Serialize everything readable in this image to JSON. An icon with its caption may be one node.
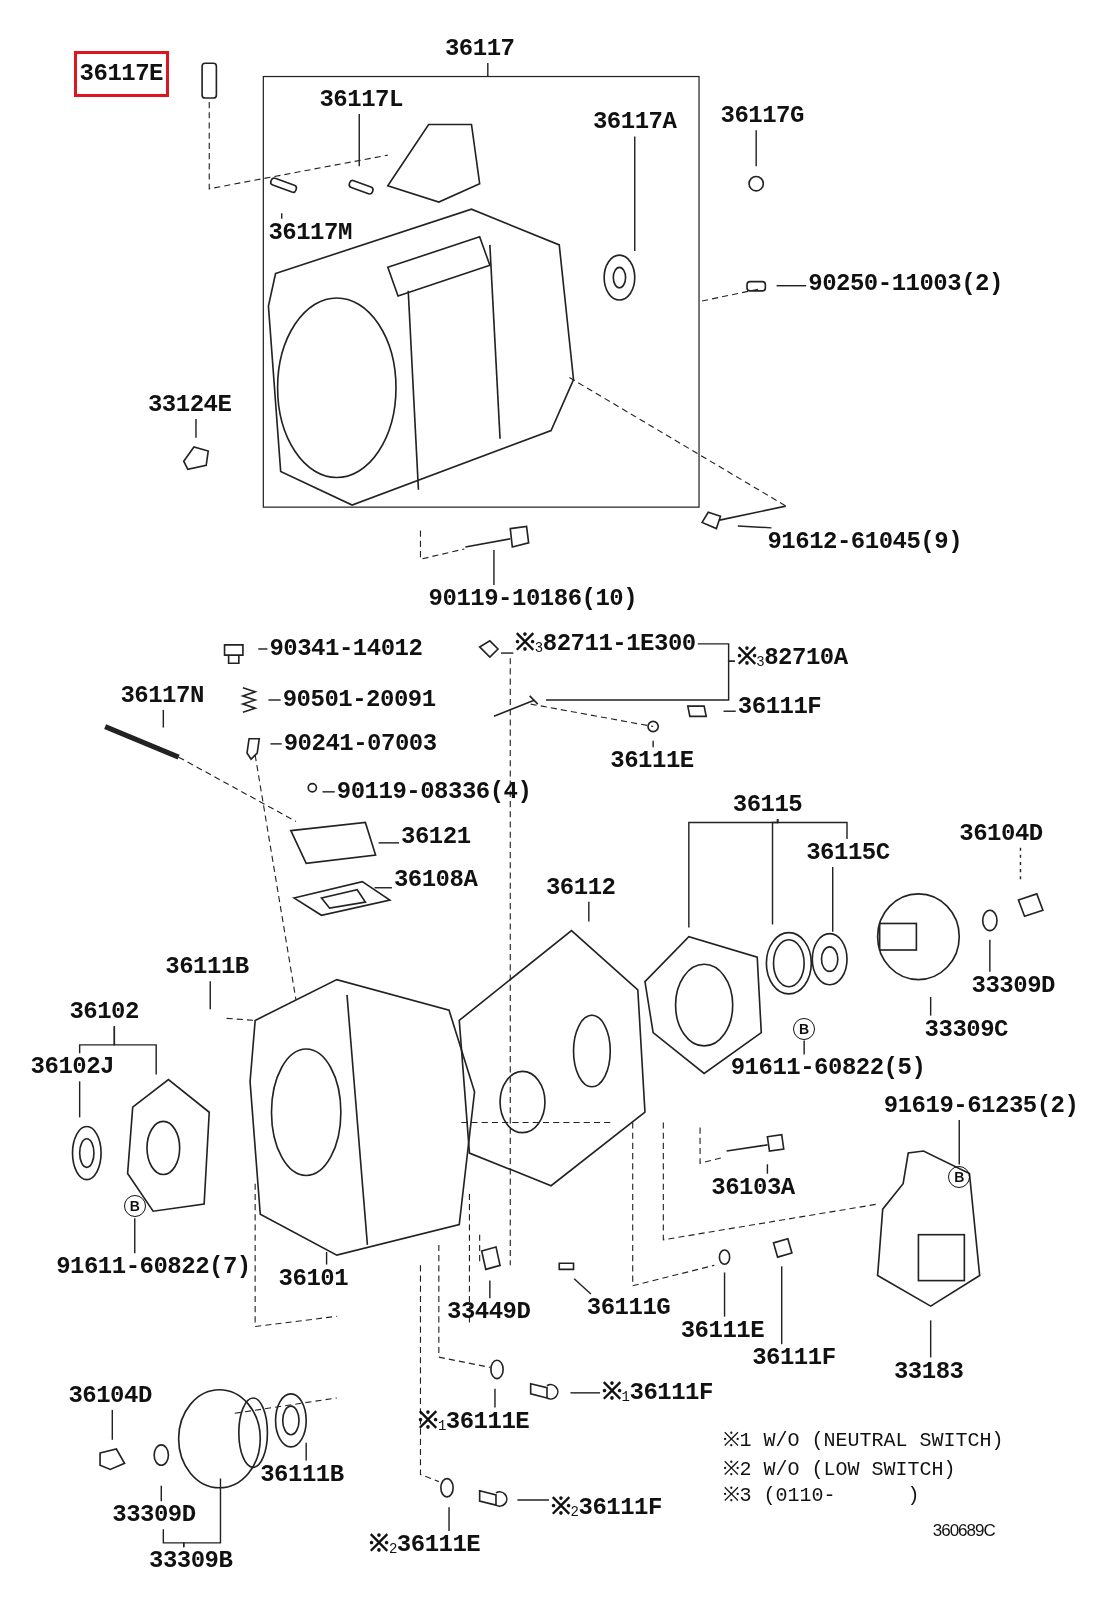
{
  "diagram": {
    "nodes": [
      {
        "text": [
          "36117"
        ]
      },
      {
        "text": [
          "36117L"
        ]
      },
      {
        "text": [
          "36117A"
        ]
      },
      {
        "text": [
          "36117G"
        ]
      },
      {
        "text": [
          "36117M"
        ]
      },
      {
        "text": [
          "90250-11003(2)"
        ]
      },
      {
        "text": [
          "33124E"
        ]
      },
      {
        "text": [
          "91612-61045(9)"
        ]
      },
      {
        "text": [
          "90119-10186(10)"
        ]
      },
      {
        "text": [
          "90341-14012"
        ]
      },
      {
        "text": [
          "※$_{3}$82711-1E300"
        ]
      },
      {
        "text": [
          "※$_{3}$82710A"
        ]
      },
      {
        "text": [
          "36117N"
        ]
      },
      {
        "text": [
          "90501-20091"
        ]
      },
      {
        "text": [
          "36111F"
        ]
      },
      {
        "text": [
          "90241-07003"
        ]
      },
      {
        "text": [
          "36111E"
        ]
      },
      {
        "text": [
          "90119-08336(4)"
        ]
      },
      {
        "text": [
          "36115"
        ]
      },
      {
        "text": [
          "36121"
        ]
      },
      {
        "text": [
          "36115C"
        ]
      },
      {
        "text": [
          "36104D"
        ]
      },
      {
        "text": [
          "36108A"
        ]
      },
      {
        "text": [
          "36112"
        ]
      },
      {
        "text": [
          "36111B"
        ]
      },
      {
        "text": [
          "33309D"
        ]
      },
      {
        "text": [
          "36102"
        ]
      },
      {
        "text": [
          "36102J"
        ]
      },
      {
        "text": [
          "33309C"
        ]
      },
      {
        "text": [
          "B"
        ]
      },
      {
        "text": [
          "91611-60822(5)"
        ]
      },
      {
        "text": [
          "91619-61235(2)"
        ]
      },
      {
        "text": [
          "B"
        ]
      },
      {
        "text": [
          "36103A"
        ]
      },
      {
        "text": [
          "B"
        ]
      },
      {
        "text": [
          "91611-60822(7)"
        ]
      },
      {
        "text": [
          "36101"
        ]
      },
      {
        "text": [
          "33449D"
        ]
      },
      {
        "text": [
          "36111G"
        ]
      },
      {
        "text": [
          "36111E"
        ]
      },
      {
        "text": [
          "36111F"
        ]
      },
      {
        "text": [
          "33183"
        ]
      },
      {
        "text": [
          "※$_{1}$36111F"
        ]
      },
      {
        "text": [
          "36104D"
        ]
      },
      {
        "text": [
          "※$_{1}$36111E"
        ]
      },
      {
        "text": [
          "36111B"
        ]
      },
      {
        "text": [
          "※$_{2}$36111F"
        ]
      },
      {
        "text": [
          "33309D"
        ]
      },
      {
        "text": [
          "※$_{2}$36111E"
        ]
      },
      {
        "text": [
          "33309B"
        ]
      }
    ],
    "edges": [
      {
        "from": 0,
        "to": null,
        "arrow": "none"
      },
      {
        "from": 1,
        "to": null,
        "arrow": "none"
      },
      {
        "from": 2,
        "to": null,
        "arrow": "none"
      },
      {
        "from": 3,
        "to": null,
        "arrow": "none"
      },
      {
        "from": 4,
        "to": null,
        "arrow": "none"
      },
      {
        "from": 5,
        "to": null,
        "arrow": "none"
      },
      {
        "from": 6,
        "to": null,
        "arrow": "none"
      },
      {
        "from": 7,
        "to": null,
        "arrow": "none"
      },
      {
        "from": 8,
        "to": null,
        "arrow": "none"
      },
      {
        "from": 9,
        "to": null,
        "arrow": "none"
      },
      {
        "from": 10,
        "to": null,
        "arrow": "none"
      },
      {
        "from": 11,
        "to": 10,
        "arrow": "none"
      },
      {
        "from": 11,
        "to": null,
        "arrow": "none"
      },
      {
        "from": 12,
        "to": null,
        "arrow": "none"
      },
      {
        "from": 13,
        "to": null,
        "arrow": "none"
      },
      {
        "from": 14,
        "to": null,
        "arrow": "none"
      },
      {
        "from": 15,
        "to": null,
        "arrow": "none"
      },
      {
        "from": 16,
        "to": null,
        "arrow": "none"
      },
      {
        "from": 17,
        "to": null,
        "arrow": "none"
      },
      {
        "from": 18,
        "to": null,
        "arrow": "none"
      },
      {
        "from": 18,
        "to": null,
        "arrow": "none"
      },
      {
        "from": 18,
        "to": 20,
        "arrow": "none"
      },
      {
        "from": 19,
        "to": null,
        "arrow": "none"
      },
      {
        "from": 20,
        "to": null,
        "arrow": "none"
      },
      {
        "from": 21,
        "to": null,
        "arrow": "none",
        "style": "dashed"
      },
      {
        "from": 22,
        "to": null,
        "arrow": "none"
      },
      {
        "from": 23,
        "to": null,
        "arrow": "none"
      },
      {
        "from": 24,
        "to": null,
        "arrow": "none"
      },
      {
        "from": 26,
        "to": 27,
        "arrow": "none"
      },
      {
        "from": 26,
        "to": null,
        "arrow": "none"
      },
      {
        "from": 27,
        "to": null,
        "arrow": "none"
      },
      {
        "from": 25,
        "to": null,
        "arrow": "none"
      },
      {
        "from": 28,
        "to": null,
        "arrow": "none"
      },
      {
        "from": 30,
        "to": 29,
        "arrow": "none"
      },
      {
        "from": 31,
        "to": 32,
        "arrow": "none"
      },
      {
        "from": 33,
        "to": null,
        "arrow": "none"
      },
      {
        "from": 35,
        "to": 34,
        "arrow": "none"
      },
      {
        "from": 36,
        "to": null,
        "arrow": "none"
      },
      {
        "from": 37,
        "to": null,
        "arrow": "none"
      },
      {
        "from": 38,
        "to": null,
        "arrow": "none"
      },
      {
        "from": 39,
        "to": null,
        "arrow": "none"
      },
      {
        "from": 40,
        "to": null,
        "arrow": "none"
      },
      {
        "from": 41,
        "to": null,
        "arrow": "none"
      },
      {
        "from": 42,
        "to": null,
        "arrow": "none"
      },
      {
        "from": 43,
        "to": null,
        "arrow": "none"
      },
      {
        "from": 44,
        "to": null,
        "arrow": "none"
      },
      {
        "from": 45,
        "to": null,
        "arrow": "none"
      },
      {
        "from": 46,
        "to": null,
        "arrow": "none"
      },
      {
        "from": 47,
        "to": null,
        "arrow": "none"
      },
      {
        "from": 48,
        "to": null,
        "arrow": "none"
      },
      {
        "from": 49,
        "to": 47,
        "arrow": "none"
      },
      {
        "from": 49,
        "to": null,
        "arrow": "none"
      }
    ],
    "labels": [
      "36117E",
      "※1 W/O (NEUTRAL SWITCH)",
      "※2 W/O (LOW SWITCH)",
      "※3 (0110-      )",
      "360689C"
    ]
  }
}
